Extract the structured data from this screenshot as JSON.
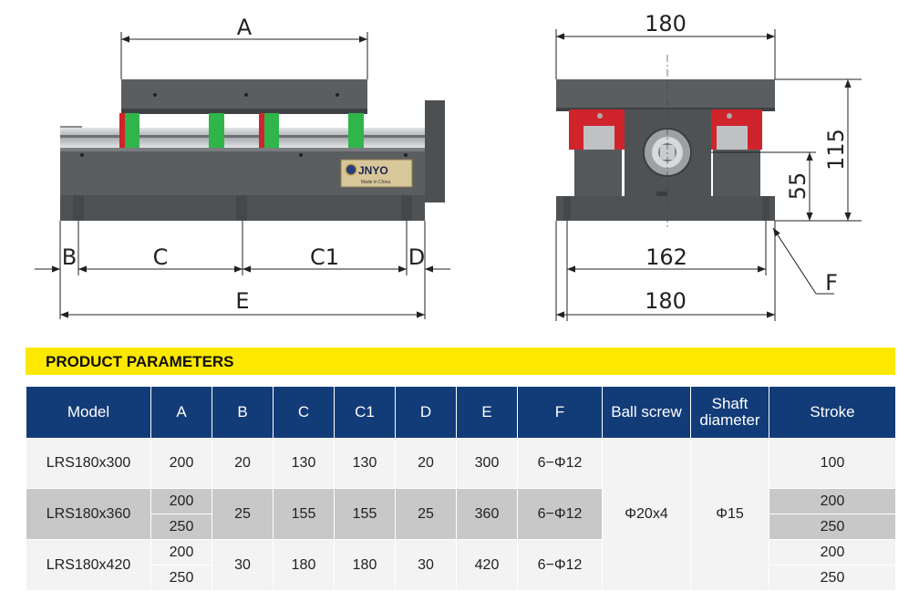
{
  "drawing": {
    "side_view": {
      "labels": {
        "A": "A",
        "B": "B",
        "C": "C",
        "C1": "C1",
        "D": "D",
        "E": "E"
      },
      "brand": {
        "logo_text": "JNYO",
        "subtitle": "Made in China"
      }
    },
    "end_view": {
      "labels": {
        "top_width": "180",
        "base_hole": "162",
        "bottom_width": "180",
        "height_total": "115",
        "height_center": "55",
        "hole_callout": "F"
      }
    }
  },
  "section": {
    "title": "PRODUCT PARAMETERS"
  },
  "table": {
    "headers": {
      "model": "Model",
      "a": "A",
      "b": "B",
      "c": "C",
      "c1": "C1",
      "d": "D",
      "e": "E",
      "f": "F",
      "ball_screw": "Ball screw",
      "shaft_diameter_1": "Shaft",
      "shaft_diameter_2": "diameter",
      "stroke": "Stroke"
    },
    "rows": [
      {
        "model": "LRS180x300",
        "a": [
          "200"
        ],
        "b": "20",
        "c": "130",
        "c1": "130",
        "d": "20",
        "e": "300",
        "f": "6−Φ12",
        "stroke": [
          "100"
        ]
      },
      {
        "model": "LRS180x360",
        "a": [
          "200",
          "250"
        ],
        "b": "25",
        "c": "155",
        "c1": "155",
        "d": "25",
        "e": "360",
        "f": "6−Φ12",
        "stroke": [
          "200",
          "250"
        ]
      },
      {
        "model": "LRS180x420",
        "a": [
          "200",
          "250"
        ],
        "b": "30",
        "c": "180",
        "c1": "180",
        "d": "30",
        "e": "420",
        "f": "6−Φ12",
        "stroke": [
          "200",
          "250"
        ]
      }
    ],
    "merged": {
      "ball_screw": "Φ20x4",
      "shaft_diameter": "Φ15"
    }
  },
  "colors": {
    "header_bg": "#123c78",
    "banner_bg": "#fde800",
    "row_light": "#f3f3f3",
    "row_dark": "#c8c8c8",
    "rail_block_green": "#2fb54a",
    "rail_block_red": "#d0242c",
    "body_gray": "#5b5e60"
  }
}
